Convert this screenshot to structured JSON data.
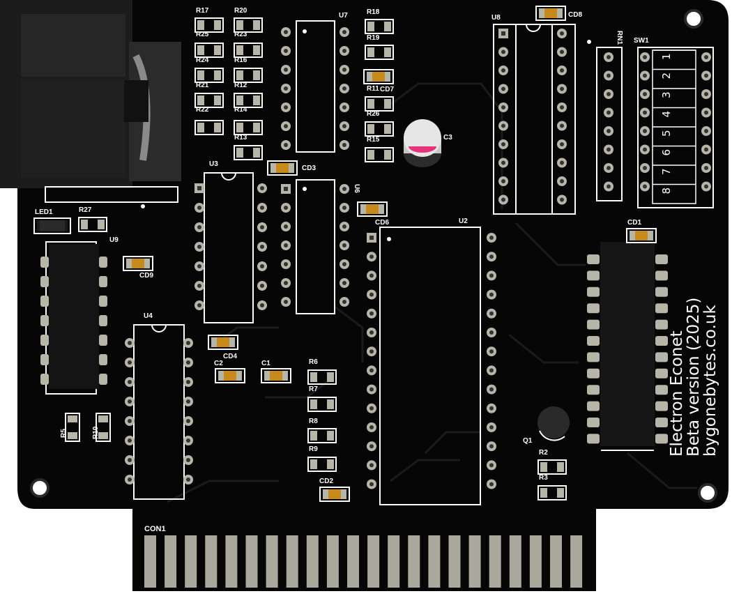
{
  "board": {
    "title_lines": [
      "Electron Econet",
      "Beta version (2025)",
      "bygonebytes.co.uk"
    ],
    "connector_label": "CON1",
    "colors": {
      "pcb": "#060606",
      "silk": "#ffffff",
      "pad": "#b5b5a8",
      "smd_cap": "#c98a1c",
      "led": "#1a1a1a"
    }
  },
  "ics": {
    "U2": "U2",
    "U3": "U3",
    "U4": "U4",
    "U6": "U6",
    "U7": "U7",
    "U8": "U8",
    "U9": "U9",
    "RN1": "RN1",
    "SW1": "SW1"
  },
  "switch": {
    "positions": [
      "1",
      "2",
      "3",
      "4",
      "5",
      "6",
      "7",
      "8"
    ]
  },
  "resistors": {
    "R17": "R17",
    "R20": "R20",
    "R25": "R25",
    "R23": "R23",
    "R24": "R24",
    "R16": "R16",
    "R21": "R21",
    "R12": "R12",
    "R22": "R22",
    "R14": "R14",
    "R13": "R13",
    "R18": "R18",
    "R19": "R19",
    "R11": "R11",
    "R26": "R26",
    "R15": "R15",
    "R27": "R27",
    "R6": "R6",
    "R7": "R7",
    "R8": "R8",
    "R9": "R9",
    "R2": "R2",
    "R3": "R3",
    "R5": "R5",
    "R10": "R10"
  },
  "caps": {
    "CD1": "CD1",
    "CD2": "CD2",
    "CD3": "CD3",
    "CD4": "CD4",
    "CD6": "CD6",
    "CD7": "CD7",
    "CD8": "CD8",
    "CD9": "CD9",
    "C1": "C1",
    "C2": "C2",
    "C3": "C3"
  },
  "misc": {
    "LED1": "LED1",
    "Q1": "Q1"
  }
}
